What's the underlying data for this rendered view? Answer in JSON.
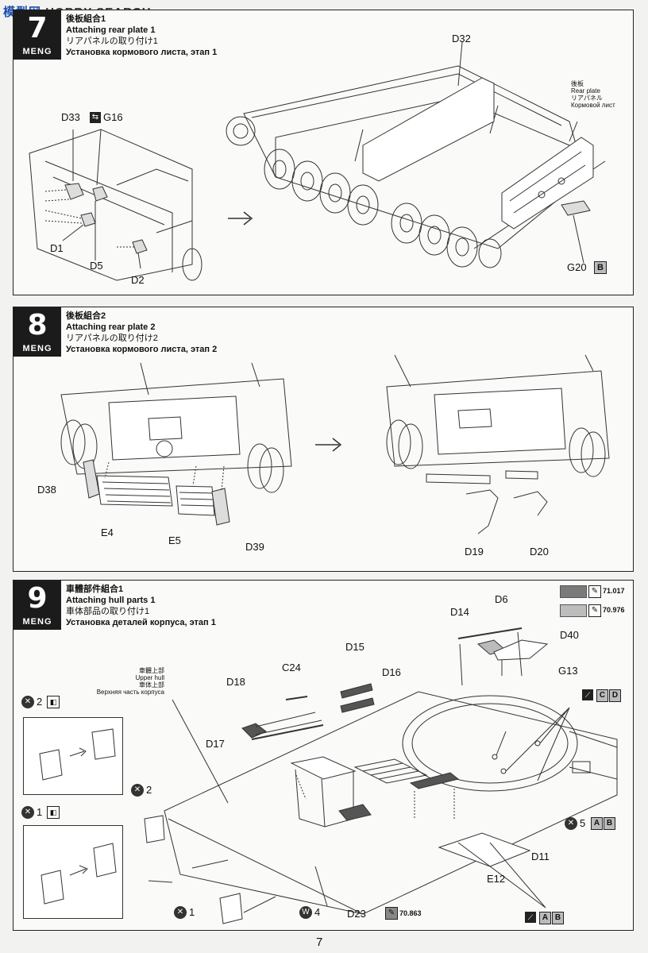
{
  "watermark": {
    "cn": "模型网",
    "en": "HOBBY SEARCH"
  },
  "brand": "MENG",
  "steps": [
    {
      "number": "7",
      "title_cn": "後板組合1",
      "title_en": "Attaching rear plate 1",
      "title_jp": "リアパネルの取り付け1",
      "title_ru": "Установка кормового листа, этап 1"
    },
    {
      "number": "8",
      "title_cn": "後板組合2",
      "title_en": "Attaching rear plate 2",
      "title_jp": "リアパネルの取り付け2",
      "title_ru": "Установка кормового листа, этап 2"
    },
    {
      "number": "9",
      "title_cn": "車體部件組合1",
      "title_en": "Attaching hull parts 1",
      "title_jp": "車体部品の取り付け1",
      "title_ru": "Установка деталей корпуса, этап 1"
    }
  ],
  "step7": {
    "parts": {
      "d33": "D33",
      "g16": "G16",
      "d1": "D1",
      "d5": "D5",
      "d2": "D2",
      "d32": "D32",
      "g20": "G20",
      "g20_tag": "B"
    },
    "rear_plate_note": {
      "cn": "後板",
      "en": "Rear plate",
      "jp": "リアパネル",
      "ru": "Кормовой лист"
    }
  },
  "step8": {
    "parts": {
      "d38": "D38",
      "e4": "E4",
      "e5": "E5",
      "d39": "D39",
      "d19": "D19",
      "d20": "D20"
    }
  },
  "step9": {
    "paints": [
      {
        "code": "71.017",
        "color": "#7a7a7a"
      },
      {
        "code": "70.976",
        "color": "#bdbdbd"
      }
    ],
    "upper_hull_note": {
      "cn": "車體上部",
      "en": "Upper hull",
      "jp": "車体上部",
      "ru": "Верхняя часть корпуса"
    },
    "parts": {
      "d14": "D14",
      "d6": "D6",
      "d40": "D40",
      "d15": "D15",
      "c24": "C24",
      "d18": "D18",
      "d16": "D16",
      "g13": "G13",
      "d17": "D17",
      "d11": "D11",
      "e12": "E12",
      "d23": "D23"
    },
    "tags": {
      "cd_c": "C",
      "cd_d": "D",
      "ab_a": "A",
      "ab_b": "B"
    },
    "counts": {
      "x2_top": "2",
      "x1_mid": "1",
      "x2_left": "2",
      "x5": "5",
      "x1_bottom": "1",
      "w4": "4"
    },
    "decal_paint": "70.863"
  },
  "page_number": "7"
}
